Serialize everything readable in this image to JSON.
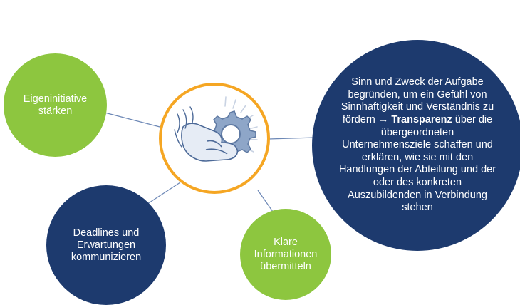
{
  "bubbles": {
    "eigeninitiative": "Eigeninitiative\nstärken",
    "deadlines": "Deadlines und\nErwartungen\nkommunizieren",
    "klare": "Klare\nInformationen\nübermitteln",
    "sinn": {
      "before": "Sinn und Zweck der Aufgabe begründen, um ein Gefühl von Sinnhaftigkeit und Verständnis zu fördern",
      "arrow": "→",
      "bold": "Transparenz",
      "after": "über die übergeordneten Unternehmensziele schaffen und erklären, wie sie mit den Handlungen der Abteilung und der oder des konkreten Auszubildenden in Verbindung stehen"
    }
  },
  "colors": {
    "green": "#8dc63f",
    "navy": "#1d3a6e",
    "orange_ring": "#f5a623",
    "connector": "#6d88b6"
  },
  "hub_icon": "hand-turning-gear-icon"
}
